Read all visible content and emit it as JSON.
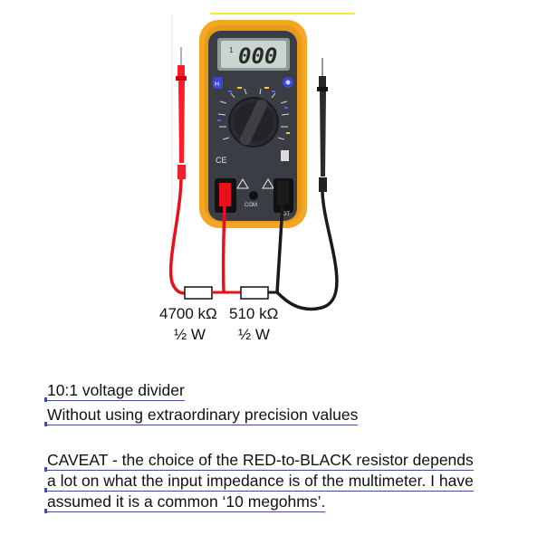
{
  "meter": {
    "display_reading": "000",
    "display_prefix": "1",
    "ce_mark": "CE",
    "jack_left_label": "COM",
    "jack_right_label": "DT"
  },
  "resistors": [
    {
      "value": "4700 kΩ",
      "power": "½ W"
    },
    {
      "value": "510 kΩ",
      "power": "½ W"
    }
  ],
  "notes": {
    "line1": "10:1 voltage divider",
    "line2": "Without using extraordinary precision values",
    "line3": "CAVEAT - the choice of the RED-to-BLACK resistor depends",
    "line4": "a lot on what the input impedance is of the multimeter.  I have",
    "line5": "assumed it is a common ‘10 megohms’."
  },
  "colors": {
    "case_yellow": "#f5a623",
    "body_dark": "#3b3d45",
    "probe_red": "#e8101a",
    "probe_black": "#1a1a1a",
    "underline_blue": "#3a46d8"
  }
}
